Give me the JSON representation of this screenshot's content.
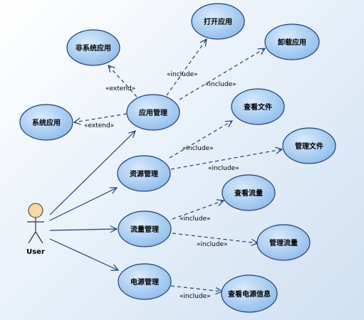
{
  "actor": {
    "name": "User"
  },
  "use_cases": {
    "open_app": "打开应用",
    "uninstall_app": "卸载应用",
    "non_system_app": "非系统应用",
    "system_app": "系统应用",
    "app_mgmt": "应用管理",
    "view_file": "查看文件",
    "manage_file": "管理文件",
    "resource_mgmt": "资源管理",
    "view_traffic": "查看流量",
    "traffic_mgmt": "流量管理",
    "manage_traffic": "管理流量",
    "battery_mgmt": "电源管理",
    "view_battery_info": "查看电源信息"
  },
  "relations": {
    "include": "«include»",
    "extend": "«extend»"
  },
  "colors": {
    "usecase_fill": "#a8cdf2",
    "usecase_stroke": "#1f3f6e",
    "actor_head": "#f5d9a4",
    "line": "#1f3f6e"
  }
}
